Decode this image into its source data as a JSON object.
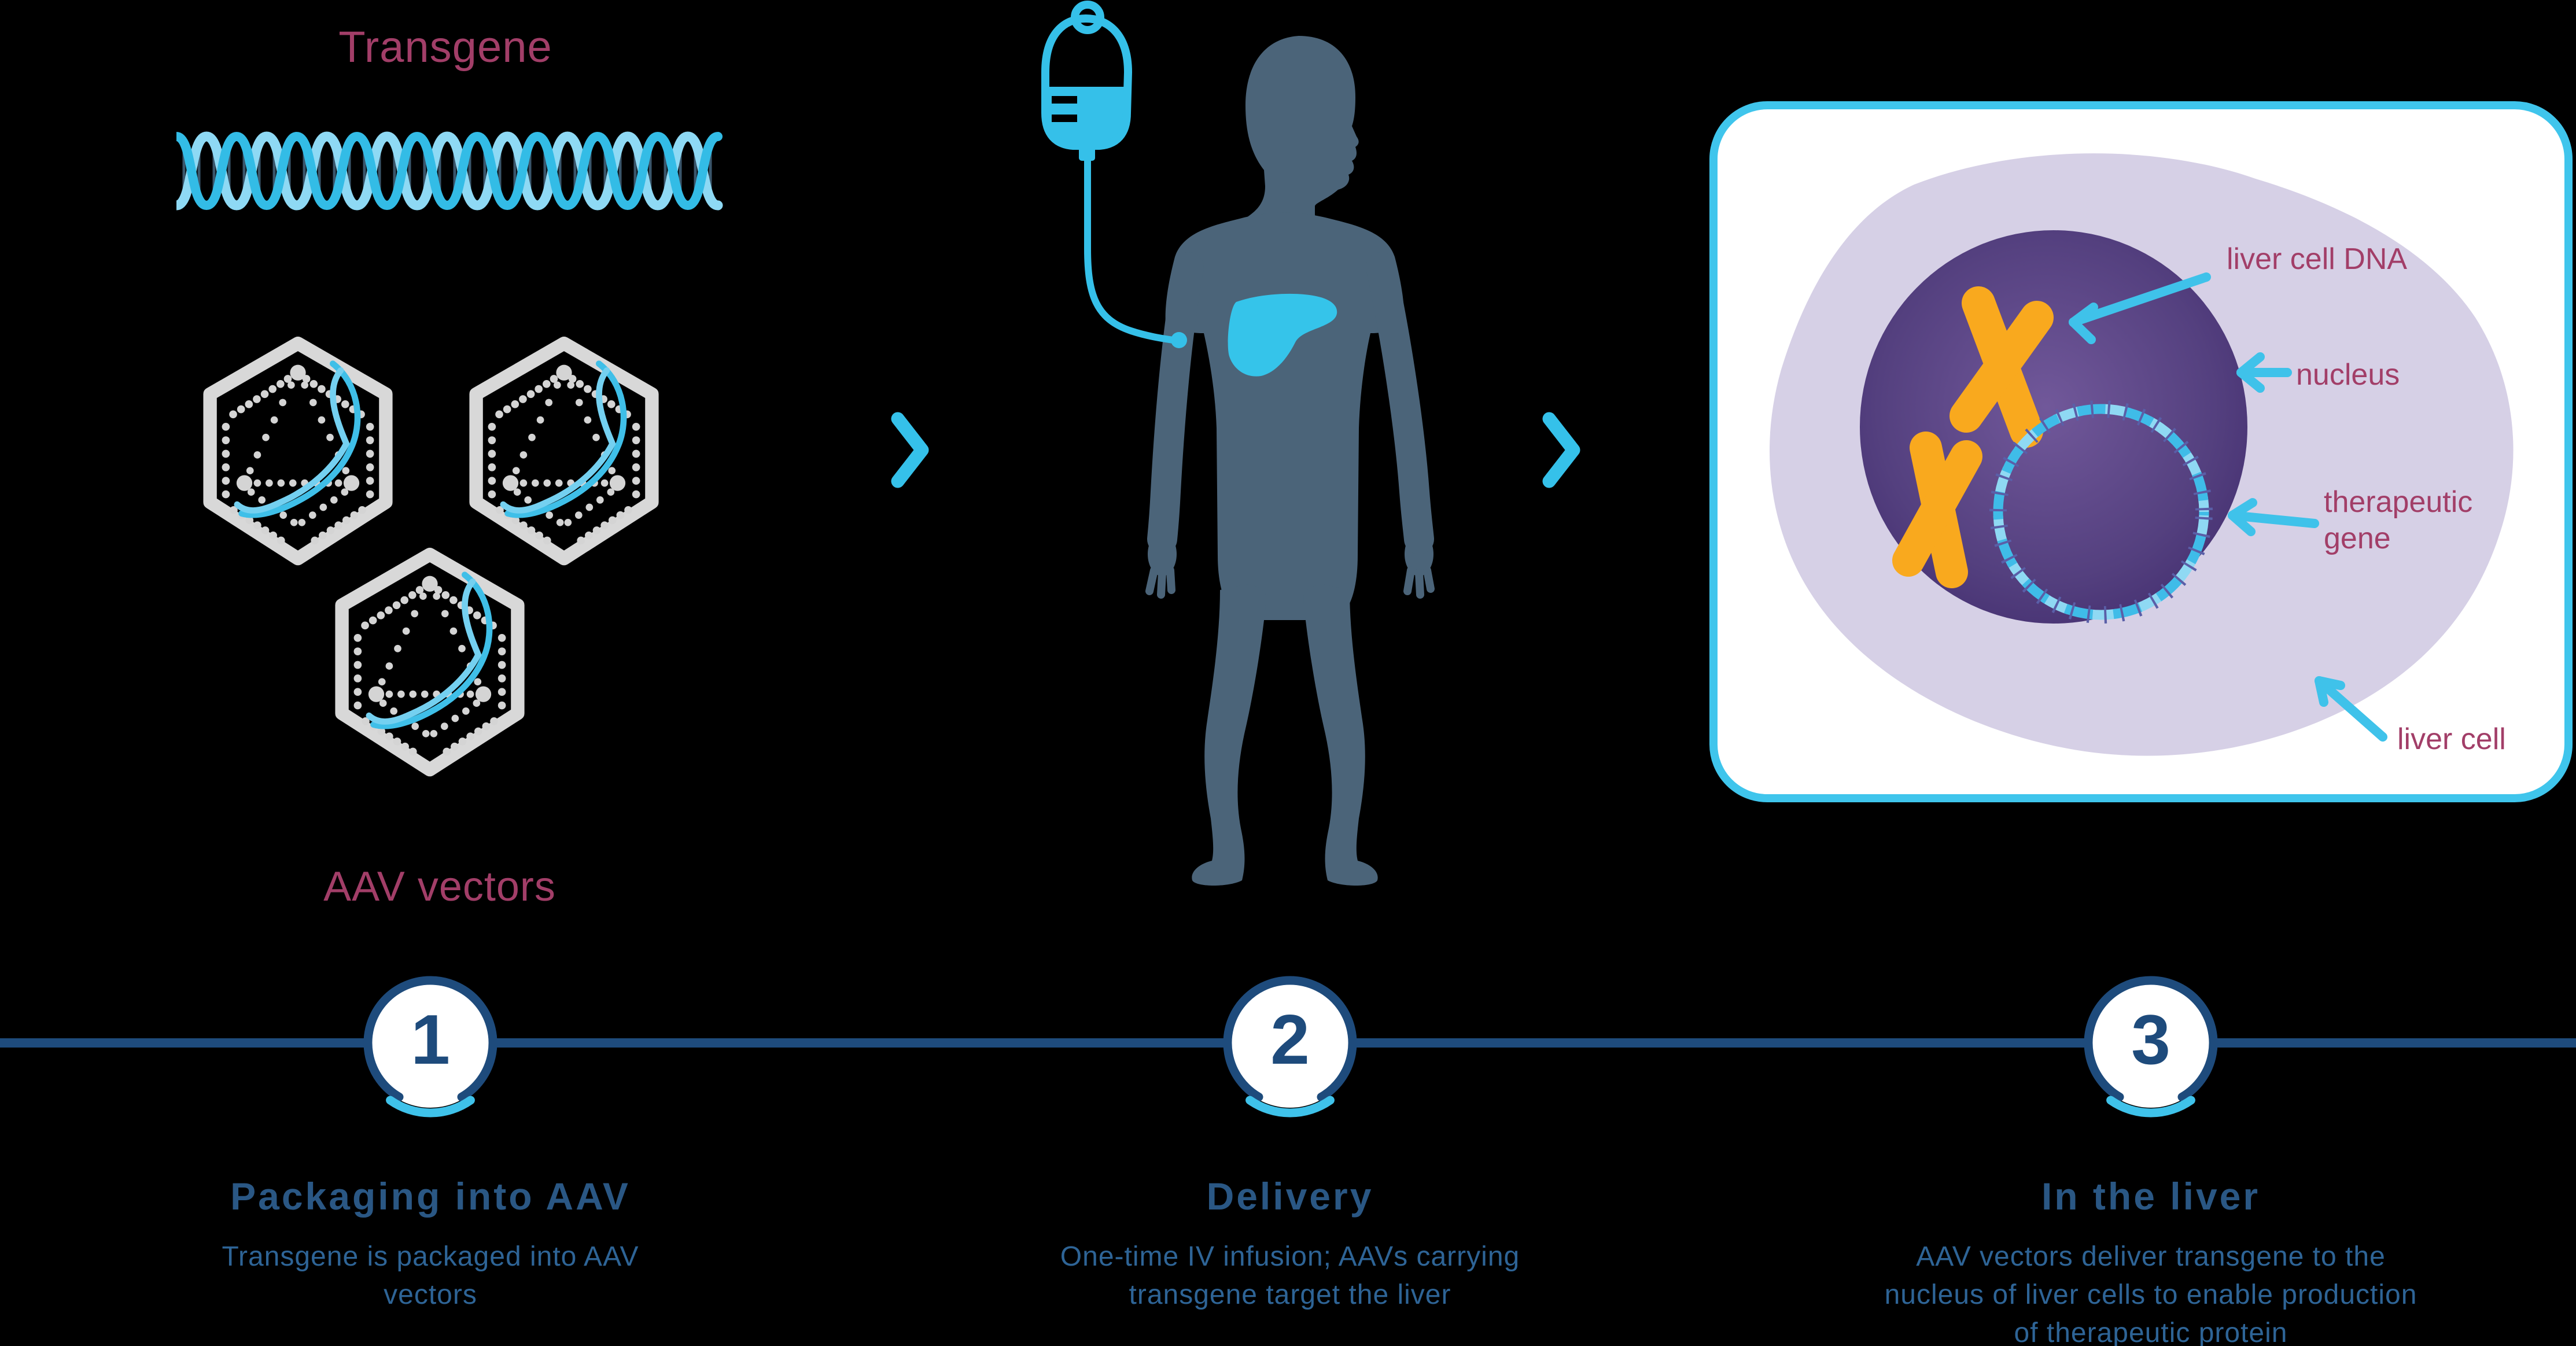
{
  "step1_visual": {
    "transgene_label": "Transgene",
    "aav_vectors_label": "AAV vectors"
  },
  "cell_panel": {
    "dna_label": "liver cell DNA",
    "nucleus_label": "nucleus",
    "gene_label_line1": "therapeutic",
    "gene_label_line2": "gene",
    "cell_label": "liver cell"
  },
  "timeline": {
    "steps": [
      {
        "number": "1",
        "title": "Packaging into AAV",
        "line1": "Transgene is packaged into AAV",
        "line2": "vectors",
        "line3": ""
      },
      {
        "number": "2",
        "title": "Delivery",
        "line1": "One-time IV infusion; AAVs carrying",
        "line2": "transgene target the liver",
        "line3": ""
      },
      {
        "number": "3",
        "title": "In the liver",
        "line1": "AAV vectors deliver transgene to the",
        "line2": "nucleus of liver cells to enable production",
        "line3": "of therapeutic protein"
      }
    ]
  },
  "colors": {
    "background": "#000000",
    "cyan": "#35c0e9",
    "light_cyan": "#8ed9f4",
    "navy": "#1e4b7c",
    "title_blue": "#2a5784",
    "body_blue": "#2e6496",
    "maroon": "#a23e68",
    "slate_body": "#4b6479",
    "capsid_gray": "#d8d8d8",
    "lavender_cell": "#d6d0e6",
    "nucleus_purple": "#453071",
    "chromosome_orange": "#f9a91e"
  }
}
